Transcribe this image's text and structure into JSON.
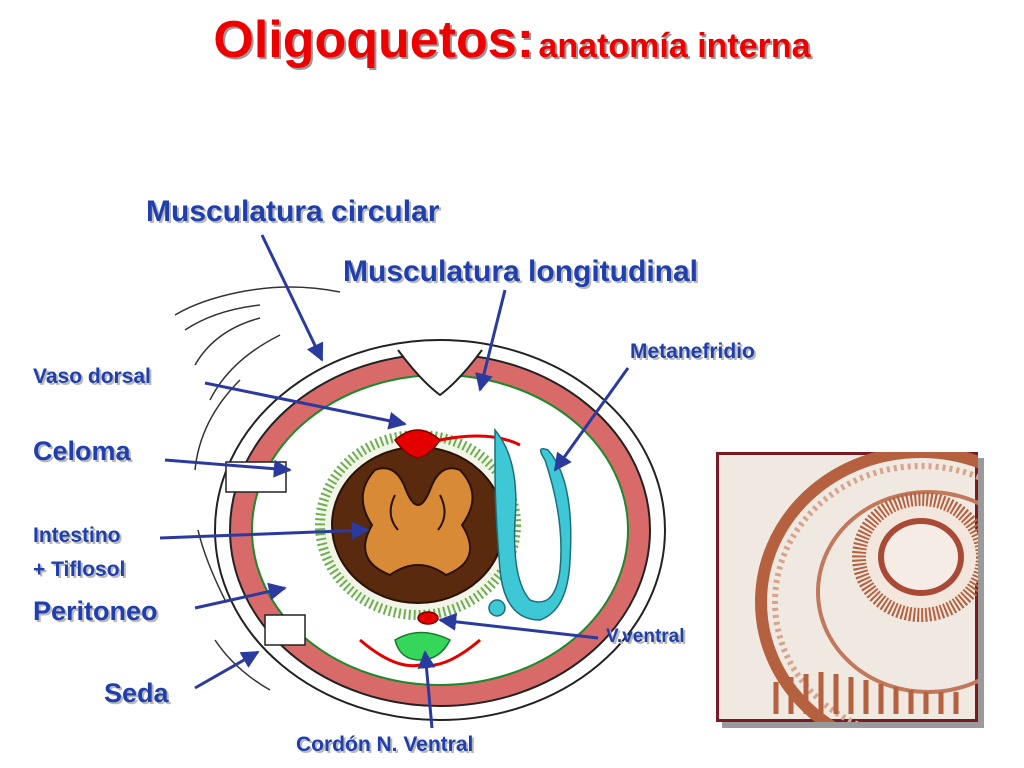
{
  "title": {
    "main": "Oligoquetos:",
    "sub": "anatomía interna"
  },
  "labels": {
    "musculatura_circular": "Musculatura circular",
    "musculatura_longitudinal": "Musculatura longitudinal",
    "metanefridio": "Metanefridio",
    "vaso_dorsal": "Vaso dorsal",
    "celoma": "Celoma",
    "intestino": "Intestino",
    "tiflosol": "+ Tiflosol",
    "peritoneo": "Peritoneo",
    "seda": "Seda",
    "v_ventral": "V.ventral",
    "cordon": "Cordón N. Ventral"
  },
  "colors": {
    "title": "#ee0000",
    "label": "#1f3fae",
    "arrow": "#2b3a9e",
    "muscle": "#d96a6a",
    "gut": "#5a2a0f",
    "gut_fold": "#d98a36",
    "vessel": "#e50000",
    "nephridium": "#3ec8d6",
    "nerve": "#36d65a"
  }
}
